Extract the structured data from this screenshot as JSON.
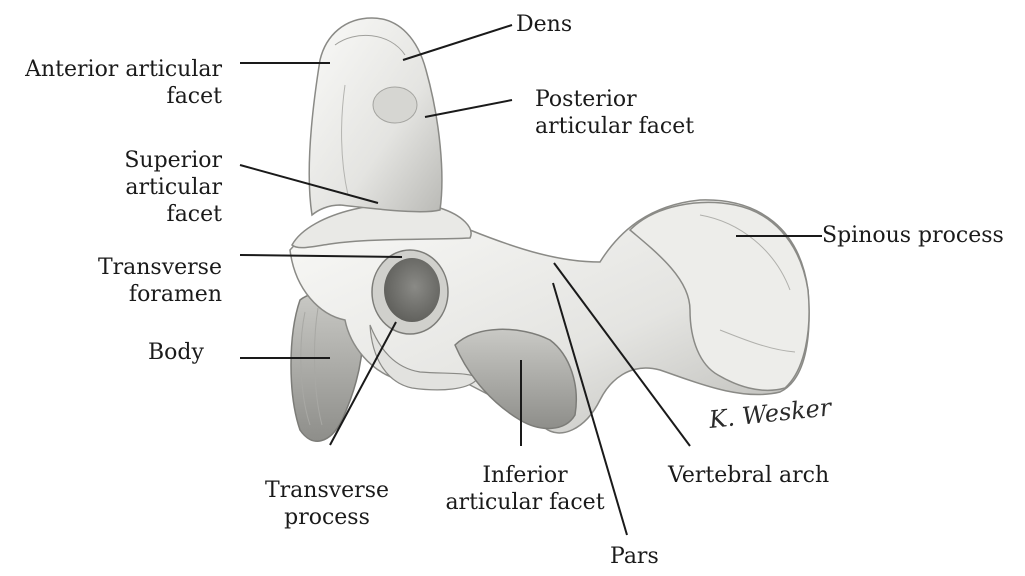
{
  "labels": {
    "dens": "Dens",
    "anterior_articular_facet": [
      "Anterior articular",
      "facet"
    ],
    "posterior_articular_facet": [
      "Posterior",
      "articular facet"
    ],
    "superior_articular_facet": [
      "Superior",
      "articular",
      "facet"
    ],
    "transverse_foramen": [
      "Transverse",
      "foramen"
    ],
    "body": "Body",
    "spinous_process": "Spinous process",
    "transverse_process": [
      "Transverse",
      "process"
    ],
    "inferior_articular_facet": [
      "Inferior",
      "articular facet"
    ],
    "vertebral_arch": "Vertebral arch",
    "pars": "Pars"
  },
  "signature": "K. Wesker",
  "colors": {
    "bone_light": "#f4f4f2",
    "bone_mid": "#d9d9d6",
    "bone_shadow": "#9e9e9a",
    "leader_line": "#1a1a1a",
    "text": "#1a1a1a"
  }
}
